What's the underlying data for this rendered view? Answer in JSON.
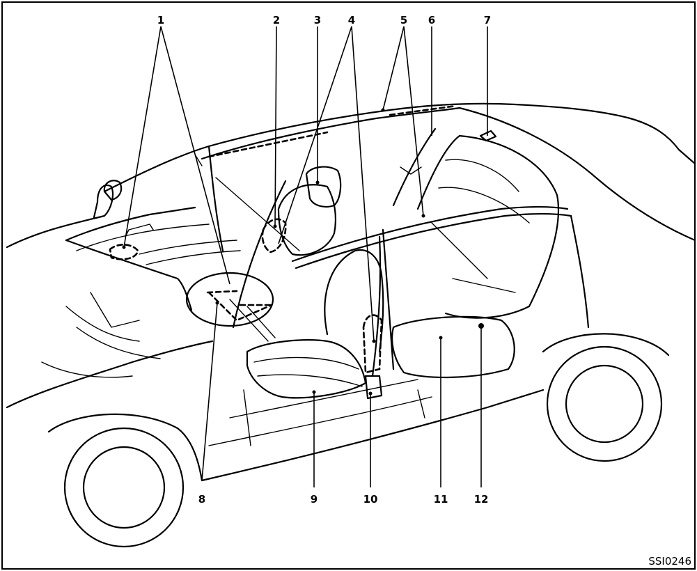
{
  "figure": {
    "code": "SSI0246",
    "callouts": [
      {
        "id": "callout-1",
        "label": "1"
      },
      {
        "id": "callout-2",
        "label": "2"
      },
      {
        "id": "callout-3",
        "label": "3"
      },
      {
        "id": "callout-4",
        "label": "4"
      },
      {
        "id": "callout-5",
        "label": "5"
      },
      {
        "id": "callout-6",
        "label": "6"
      },
      {
        "id": "callout-7",
        "label": "7"
      },
      {
        "id": "callout-8",
        "label": "8"
      },
      {
        "id": "callout-9",
        "label": "9"
      },
      {
        "id": "callout-10",
        "label": "10"
      },
      {
        "id": "callout-11",
        "label": "11"
      },
      {
        "id": "callout-12",
        "label": "12"
      }
    ]
  }
}
